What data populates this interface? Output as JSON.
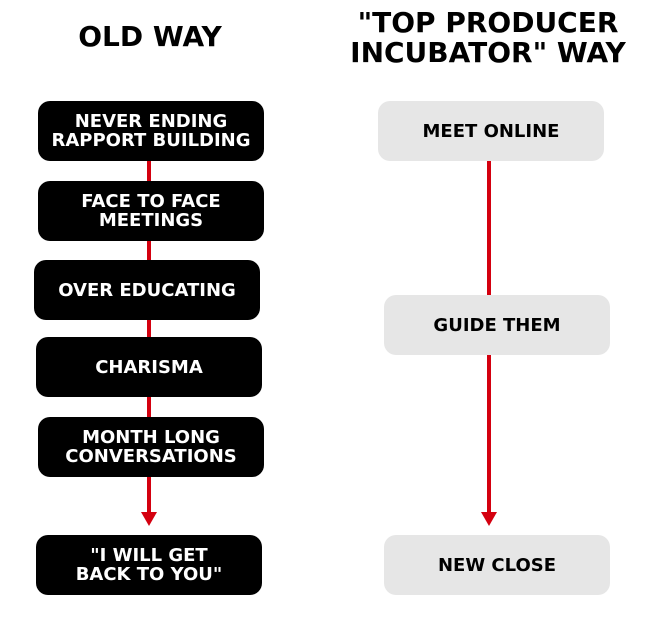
{
  "left_column": {
    "title": "OLD WAY",
    "steps": [
      "NEVER ENDING\nRAPPORT BUILDING",
      "FACE TO FACE\nMEETINGS",
      "OVER EDUCATING",
      "CHARISMA",
      "MONTH LONG\nCONVERSATIONS"
    ],
    "result": "\"I WILL GET\nBACK TO YOU\""
  },
  "right_column": {
    "title": "\"TOP PRODUCER\nINCUBATOR\" WAY",
    "steps": [
      "MEET ONLINE",
      "GUIDE THEM"
    ],
    "result": "NEW CLOSE"
  },
  "colors": {
    "arrow": "#d4000f",
    "dark_box": "#000000",
    "light_box": "#e6e6e6"
  }
}
